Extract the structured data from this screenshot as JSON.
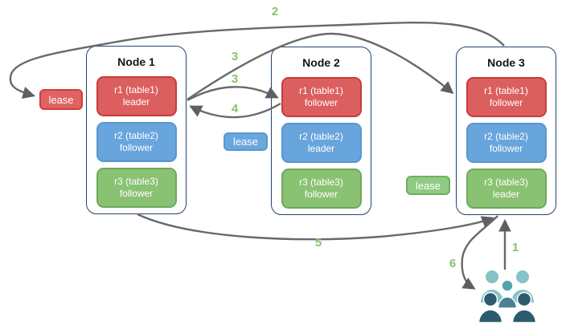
{
  "nodes": [
    {
      "title": "Node 1",
      "replicas": [
        {
          "label": "r1 (table1)",
          "role": "leader",
          "color": "red"
        },
        {
          "label": "r2 (table2)",
          "role": "follower",
          "color": "blue"
        },
        {
          "label": "r3 (table3)",
          "role": "follower",
          "color": "green"
        }
      ]
    },
    {
      "title": "Node 2",
      "replicas": [
        {
          "label": "r1 (table1)",
          "role": "follower",
          "color": "red"
        },
        {
          "label": "r2 (table2)",
          "role": "leader",
          "color": "blue"
        },
        {
          "label": "r3 (table3)",
          "role": "follower",
          "color": "green"
        }
      ]
    },
    {
      "title": "Node 3",
      "replicas": [
        {
          "label": "r1 (table1)",
          "role": "follower",
          "color": "red"
        },
        {
          "label": "r2 (table2)",
          "role": "follower",
          "color": "blue"
        },
        {
          "label": "r3 (table3)",
          "role": "leader",
          "color": "green"
        }
      ]
    }
  ],
  "leases": {
    "red_label": "lease",
    "blue_label": "lease",
    "green_label": "lease"
  },
  "steps": {
    "s1": "1",
    "s2": "2",
    "s3_to_node3": "3",
    "s3_to_node2": "3",
    "s4": "4",
    "s5": "5",
    "s6": "6"
  },
  "icons": {
    "clients": "users-group-icon"
  },
  "colors": {
    "replica_red": "#dc5f5f",
    "replica_red_border": "#c93b3b",
    "replica_blue": "#68a5dc",
    "replica_blue_border": "#5a96cf",
    "replica_green": "#8ac273",
    "replica_green_border": "#6fa95c",
    "node_border": "#24446e",
    "arrow_gray": "#696969",
    "step_green": "#89c06b",
    "people_light_teal": "#84c3c6",
    "people_mid_teal": "#4a8193",
    "people_dark_teal": "#2c5b6e"
  }
}
